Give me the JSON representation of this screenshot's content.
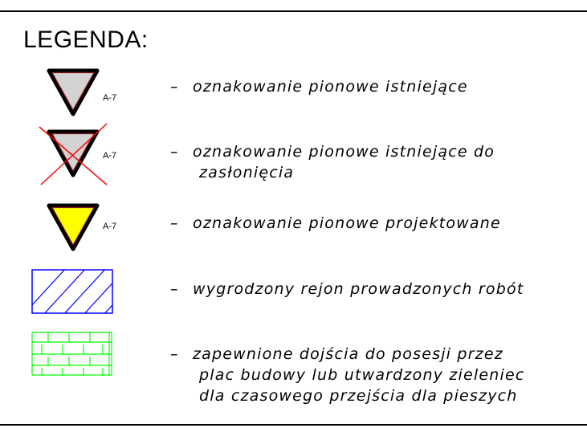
{
  "legend": {
    "title": "LEGENDA:",
    "dash": "–",
    "items": [
      {
        "symbol": "yield-sign-existing-icon",
        "code": "A-7",
        "lines": [
          "oznakowanie pionowe istniejące"
        ]
      },
      {
        "symbol": "yield-sign-crossed-icon",
        "code": "A-7",
        "lines": [
          "oznakowanie pionowe istniejące do",
          "zasłonięcia"
        ]
      },
      {
        "symbol": "yield-sign-projected-icon",
        "code": "A-7",
        "lines": [
          "oznakowanie pionowe projektowane"
        ]
      },
      {
        "symbol": "blue-hatched-rectangle-icon",
        "lines": [
          "wygrodzony rejon prowadzonych robót"
        ]
      },
      {
        "symbol": "green-brick-pattern-icon",
        "lines": [
          "zapewnione dojścia do posesji przez",
          "plac budowy lub utwardzony zieleniec",
          "dla czasowego przejścia dla pieszych"
        ]
      }
    ]
  },
  "colors": {
    "sign_fill_existing": "#d3d3d3",
    "sign_fill_projected": "#ffff00",
    "sign_border": "#000000",
    "sign_border_inner": "#8b1a1a",
    "cross": "#ff0000",
    "hatch": "#0000ff",
    "bricks": "#00ff00"
  }
}
